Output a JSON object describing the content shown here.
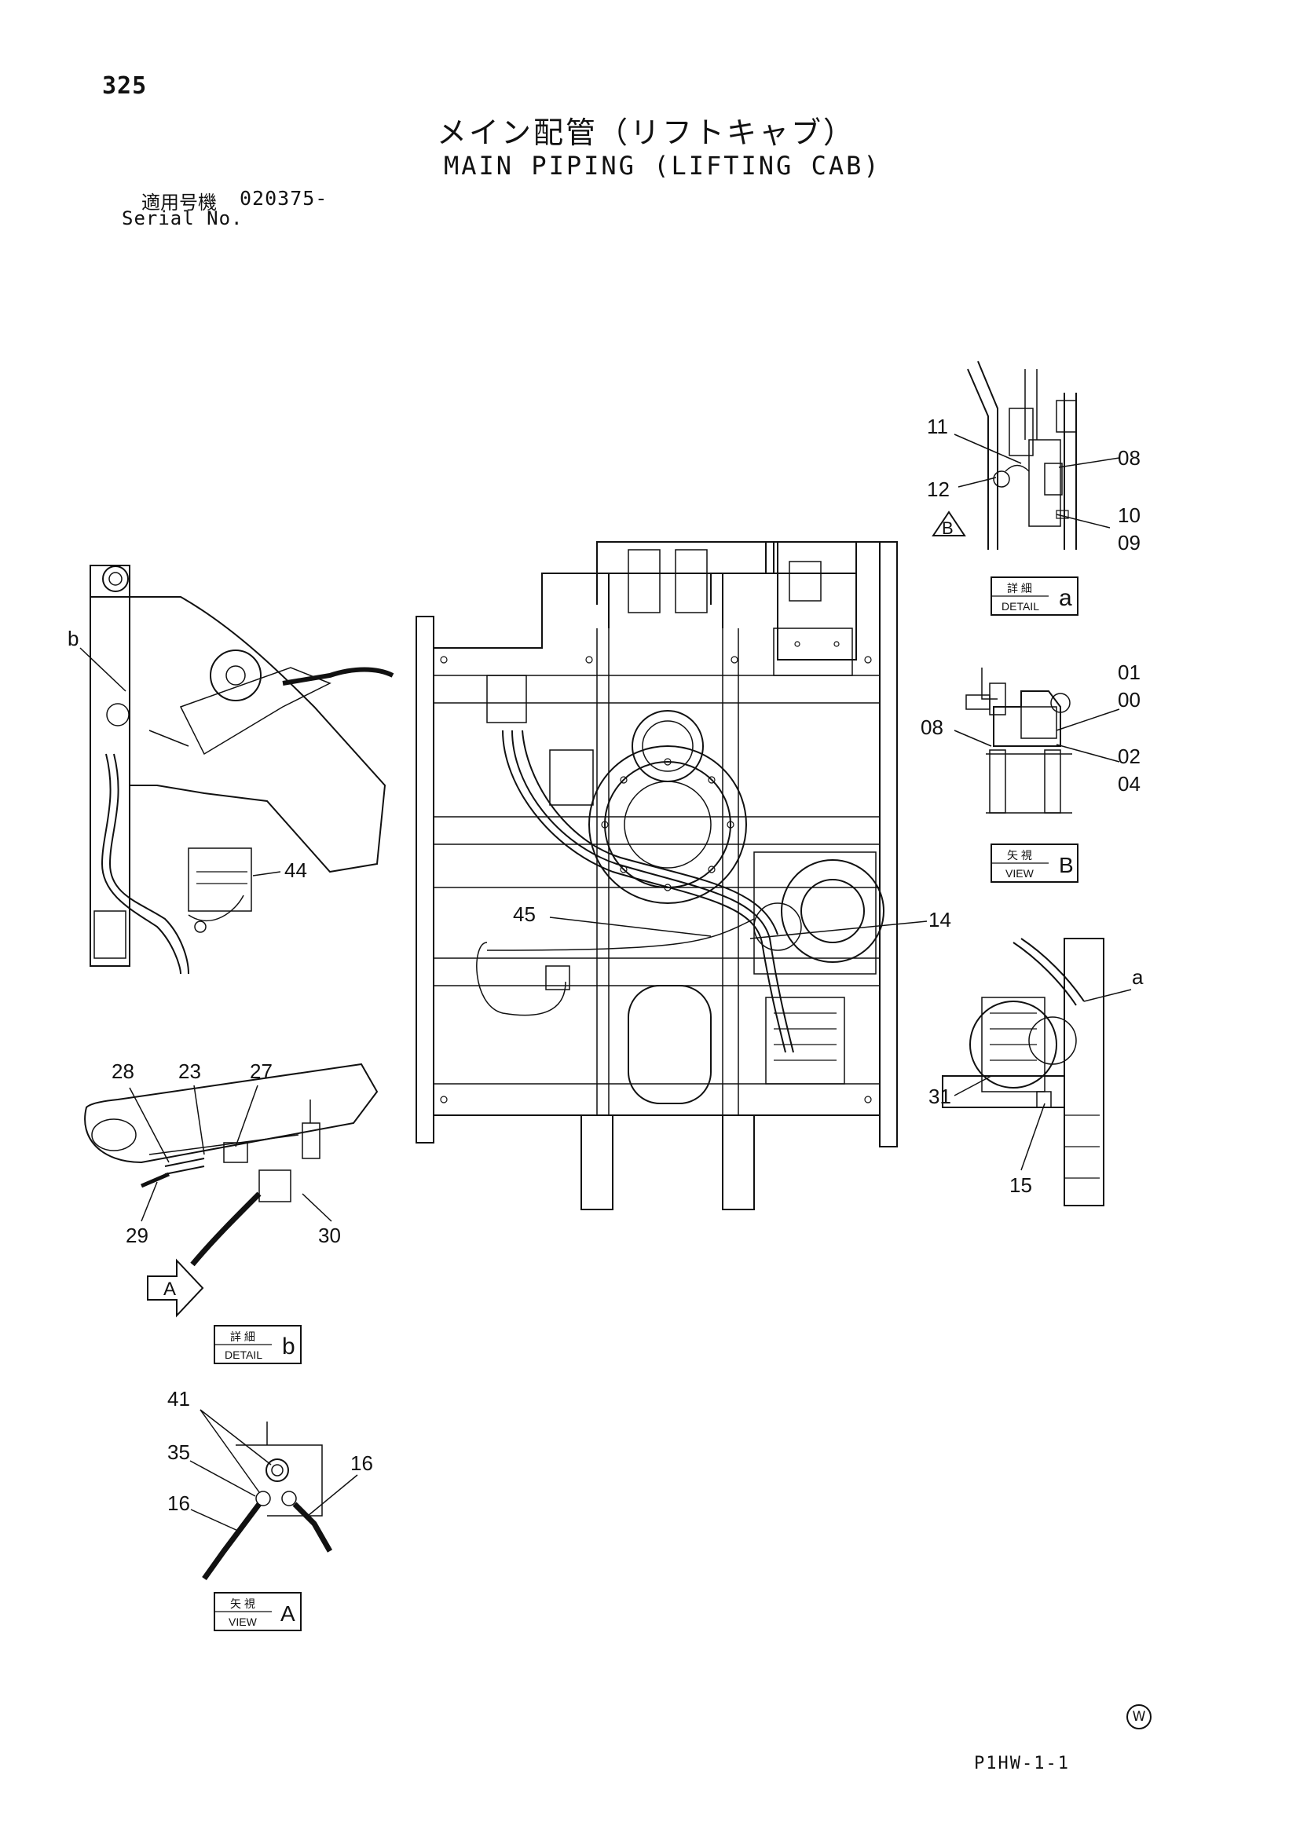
{
  "page": {
    "number": "325",
    "title_jp": "メイン配管（リフトキャブ）",
    "title_en": "MAIN PIPING (LIFTING CAB)",
    "serial_label_jp": "適用号機",
    "serial_value": "020375-",
    "serial_label_en": "Serial No.",
    "drawing_code": "P1HW-1-1",
    "watermark": "W"
  },
  "boxes": {
    "detail_a": {
      "jp": "詳 細",
      "en": "DETAIL",
      "letter": "a"
    },
    "view_b": {
      "jp": "矢 視",
      "en": "VIEW",
      "letter": "B"
    },
    "detail_b": {
      "jp": "詳 細",
      "en": "DETAIL",
      "letter": "b"
    },
    "view_a": {
      "jp": "矢 視",
      "en": "VIEW",
      "letter": "A"
    }
  },
  "arrows": {
    "B": "B",
    "A": "A"
  },
  "callouts": {
    "c11": "11",
    "c12": "12",
    "c08a": "08",
    "c10": "10",
    "c09": "09",
    "c01": "01",
    "c00": "00",
    "c08b": "08",
    "c02": "02",
    "c04": "04",
    "cb": "b",
    "c44": "44",
    "c45": "45",
    "c14": "14",
    "ca": "a",
    "c31": "31",
    "c15": "15",
    "c28": "28",
    "c23": "23",
    "c27": "27",
    "c29": "29",
    "c30": "30",
    "c41": "41",
    "c35": "35",
    "c16a": "16",
    "c16b": "16"
  }
}
